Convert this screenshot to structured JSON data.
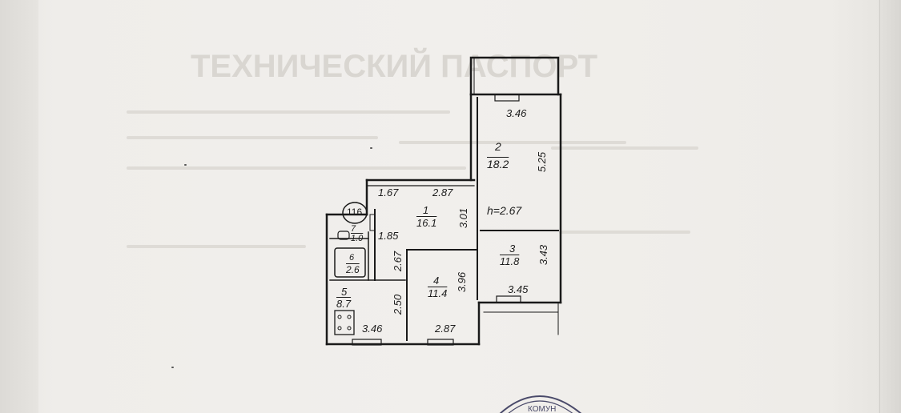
{
  "floor_plan": {
    "header": "ТЕХНИЧЕСКИЙ ПАСПОРТ",
    "series": "116",
    "ceiling_height": "h=2.67",
    "rooms": [
      {
        "number": "1",
        "area": "16.1"
      },
      {
        "number": "2",
        "area": "18.2"
      },
      {
        "number": "3",
        "area": "11.8"
      },
      {
        "number": "4",
        "area": "11.4"
      },
      {
        "number": "5",
        "area": "8.7"
      },
      {
        "number": "6",
        "area": "2.6"
      },
      {
        "number": "7",
        "area": "1.0"
      }
    ],
    "dimensions": {
      "room2_width": "3.46",
      "room2_length": "5.25",
      "hall_width_top": "1.67",
      "room1_width": "2.87",
      "room1_depth": "3.01",
      "hall_length": "1.85",
      "corridor_length": "2.67",
      "room4_length": "3.96",
      "room3_length": "3.43",
      "room3_width": "3.45",
      "kitchen_length": "2.50",
      "kitchen_width": "3.46",
      "room4_width": "2.87"
    }
  },
  "stamp_text": "КОМУН"
}
